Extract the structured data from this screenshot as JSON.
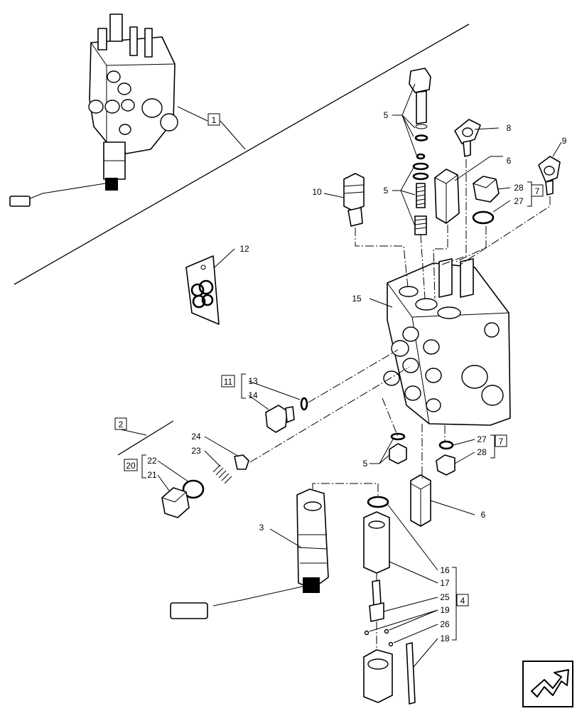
{
  "callouts": {
    "c1": "1",
    "c2": "2",
    "c3": "3",
    "c4": "4",
    "c5a": "5",
    "c5b": "5",
    "c5c": "5",
    "c6a": "6",
    "c6b": "6",
    "c7a": "7",
    "c7b": "7",
    "c8": "8",
    "c9": "9",
    "c10": "10",
    "c11": "11",
    "c12": "12",
    "c13": "13",
    "c14": "14",
    "c15": "15",
    "c16": "16",
    "c17": "17",
    "c18": "18",
    "c19": "19",
    "c20": "20",
    "c21": "21",
    "c22": "22",
    "c23": "23",
    "c24": "24",
    "c25": "25",
    "c26": "26",
    "c27a": "27",
    "c27b": "27",
    "c28a": "28",
    "c28b": "28"
  },
  "icons": {
    "nav": "next-page-arrow-icon"
  }
}
